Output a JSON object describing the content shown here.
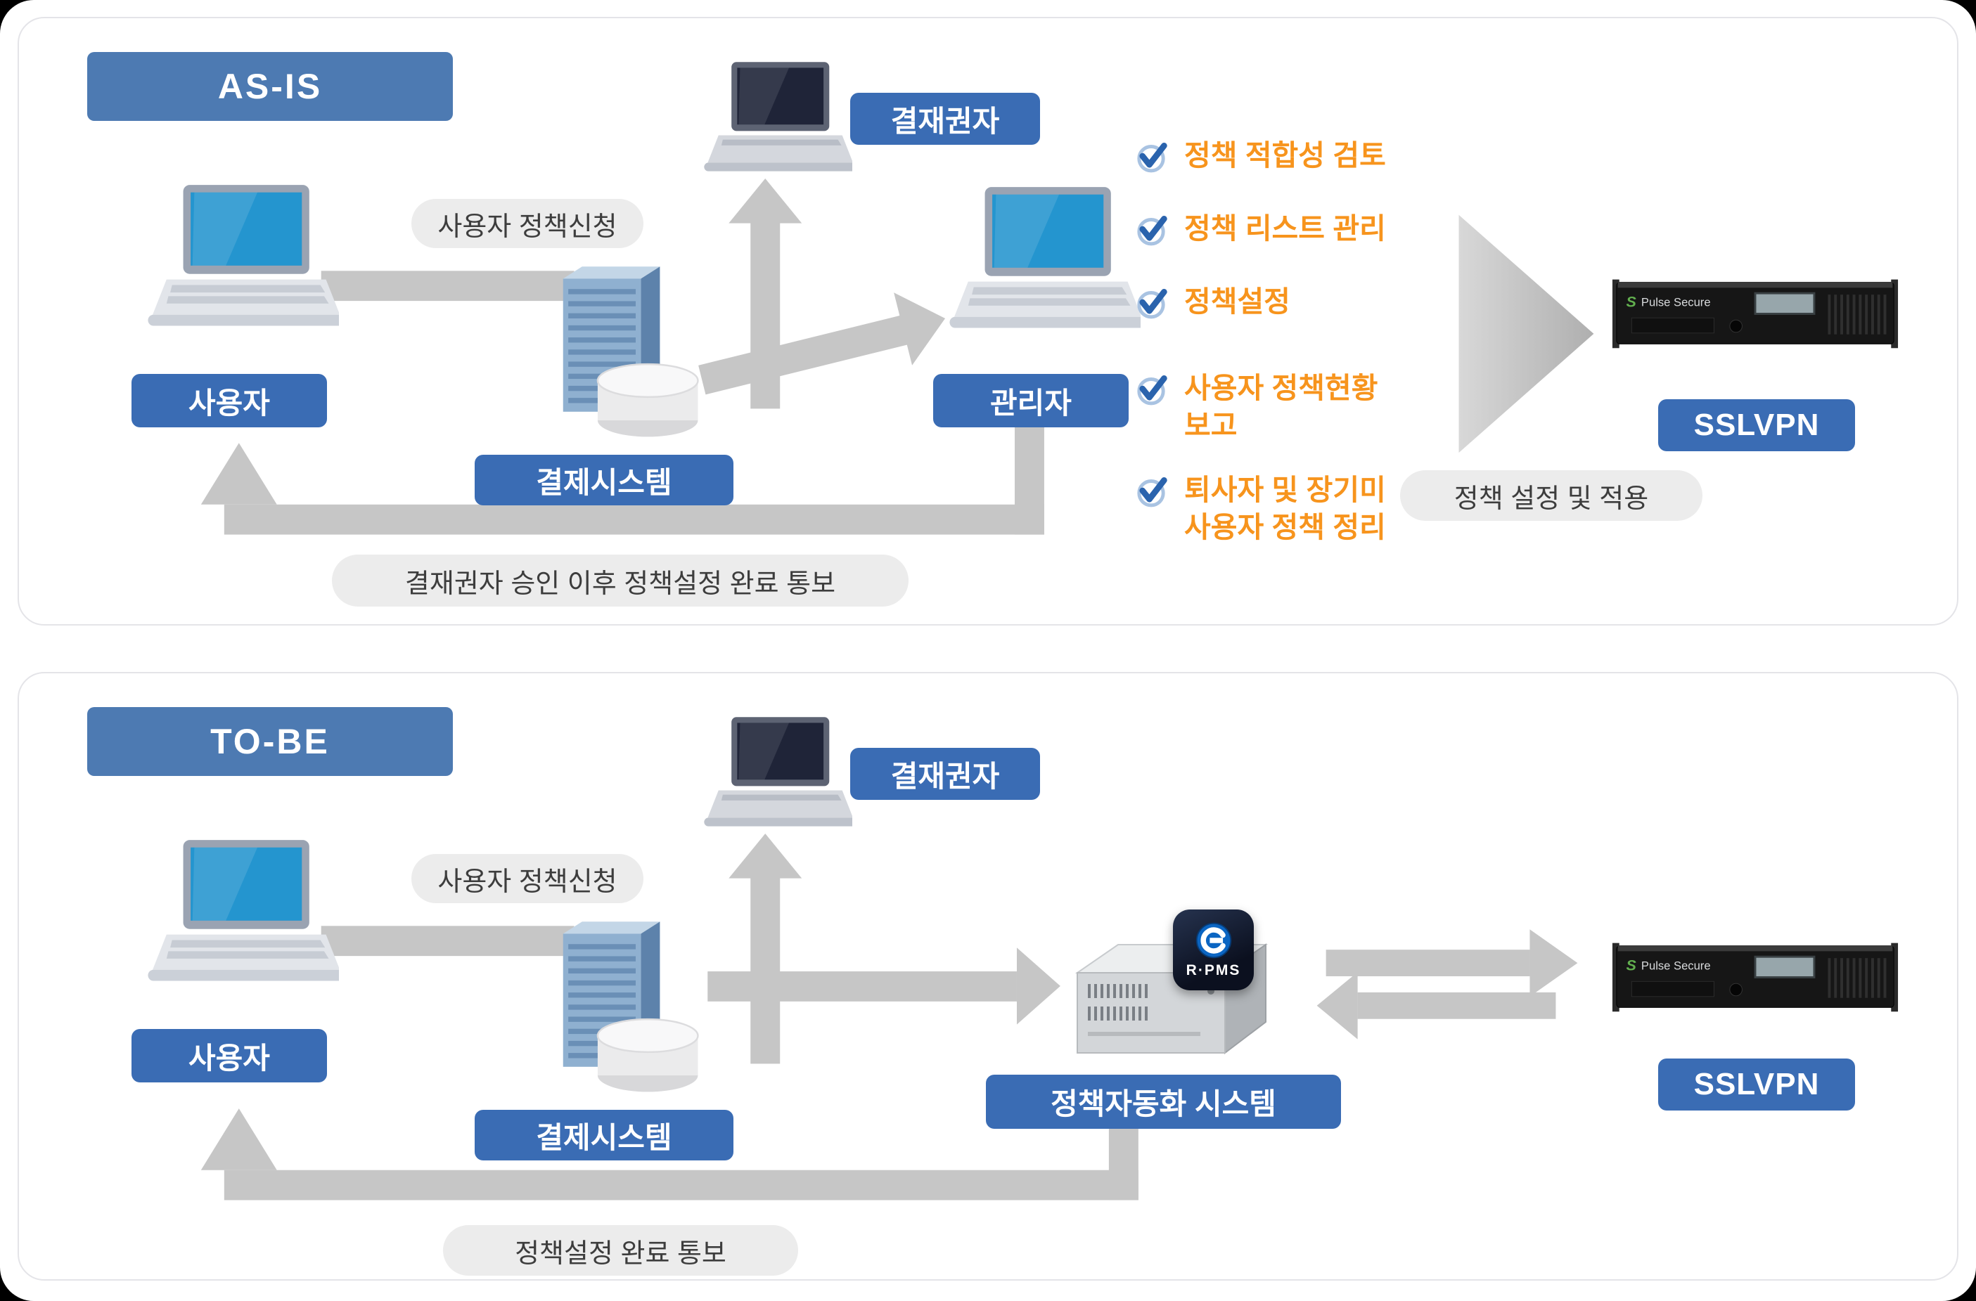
{
  "as_is": {
    "title": "AS-IS",
    "user_label": "사용자",
    "approver_label": "결재권자",
    "payment_label": "결제시스템",
    "admin_label": "관리자",
    "sslvpn_label": "SSLVPN",
    "request_flow_label": "사용자 정책신청",
    "apply_flow_label": "정책 설정 및 적용",
    "completion_flow_label": "결재권자 승인 이후 정책설정 완료 통보",
    "checklist": [
      "정책 적합성 검토",
      "정책 리스트 관리",
      "정책설정",
      "사용자 정책현황\n보고",
      "퇴사자 및 장기미\n사용자 정책 정리"
    ]
  },
  "to_be": {
    "title": "TO-BE",
    "user_label": "사용자",
    "approver_label": "결재권자",
    "payment_label": "결제시스템",
    "automation_label": "정책자동화 시스템",
    "sslvpn_label": "SSLVPN",
    "request_flow_label": "사용자 정책신청",
    "completion_flow_label": "정책설정 완료 통보",
    "rpms_badge": "R·PMS"
  },
  "appliance_brand": "Pulse Secure",
  "appliance_logo": "S",
  "colors": {
    "node_badge_blue": "#3a6cb4",
    "header_badge_blue": "#4d7ab2",
    "checklist_orange": "#f7941d",
    "arrow_gray": "#c6c6c6"
  }
}
